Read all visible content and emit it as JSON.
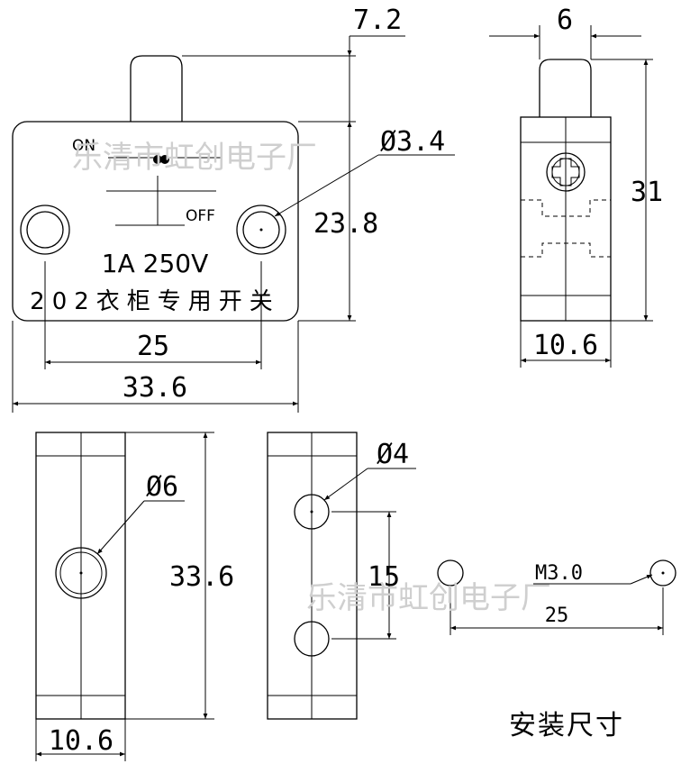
{
  "watermark": "乐清市虹创电子厂",
  "switch_labels": {
    "on": "ON",
    "off": "OFF",
    "rating": "1A 250V",
    "name": "202衣柜专用开关"
  },
  "dimensions": {
    "actuator_height": "7.2",
    "actuator_width": "6",
    "hole_diameter": "Ø3.4",
    "body_height": "23.8",
    "total_height": "31",
    "hole_spacing": "25",
    "body_width": "33.6",
    "side_depth": "10.6",
    "bottom_hole": "Ø6",
    "bottom_length": "33.6",
    "bottom_depth": "10.6",
    "back_hole": "Ø4",
    "back_spacing": "15",
    "mount_screw": "M3.0",
    "mount_spacing": "25"
  },
  "mount_title": "安装尺寸"
}
